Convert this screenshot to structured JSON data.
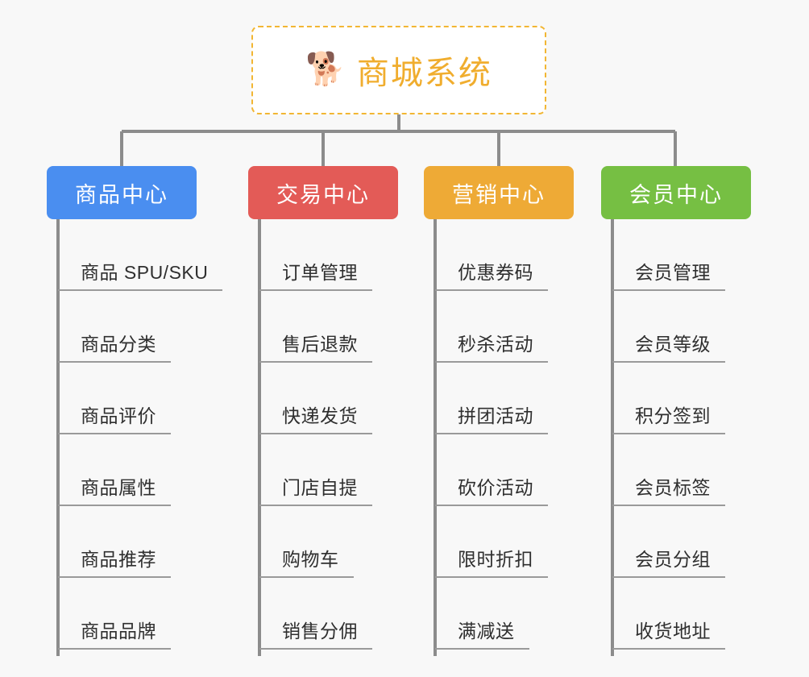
{
  "diagram": {
    "title": "商城系统",
    "background_color": "#f8f8f8",
    "connector_color": "#8c8c8c"
  },
  "root": {
    "icon": "shiba-dog-emoji",
    "icon_glyph": "🐕",
    "label": "商城系统",
    "text_color": "#f0ad2e",
    "border_color": "#f2b633",
    "border_style": "dashed",
    "background_color": "#ffffff"
  },
  "branches": [
    {
      "label": "商品中心",
      "color": "#4a8ef0",
      "items": [
        "商品 SPU/SKU",
        "商品分类",
        "商品评价",
        "商品属性",
        "商品推荐",
        "商品品牌"
      ]
    },
    {
      "label": "交易中心",
      "color": "#e35b57",
      "items": [
        "订单管理",
        "售后退款",
        "快递发货",
        "门店自提",
        "购物车",
        "销售分佣"
      ]
    },
    {
      "label": "营销中心",
      "color": "#eeaa36",
      "items": [
        "优惠券码",
        "秒杀活动",
        "拼团活动",
        "砍价活动",
        "限时折扣",
        "满减送"
      ]
    },
    {
      "label": "会员中心",
      "color": "#76bf43",
      "items": [
        "会员管理",
        "会员等级",
        "积分签到",
        "会员标签",
        "会员分组",
        "收货地址"
      ]
    }
  ]
}
